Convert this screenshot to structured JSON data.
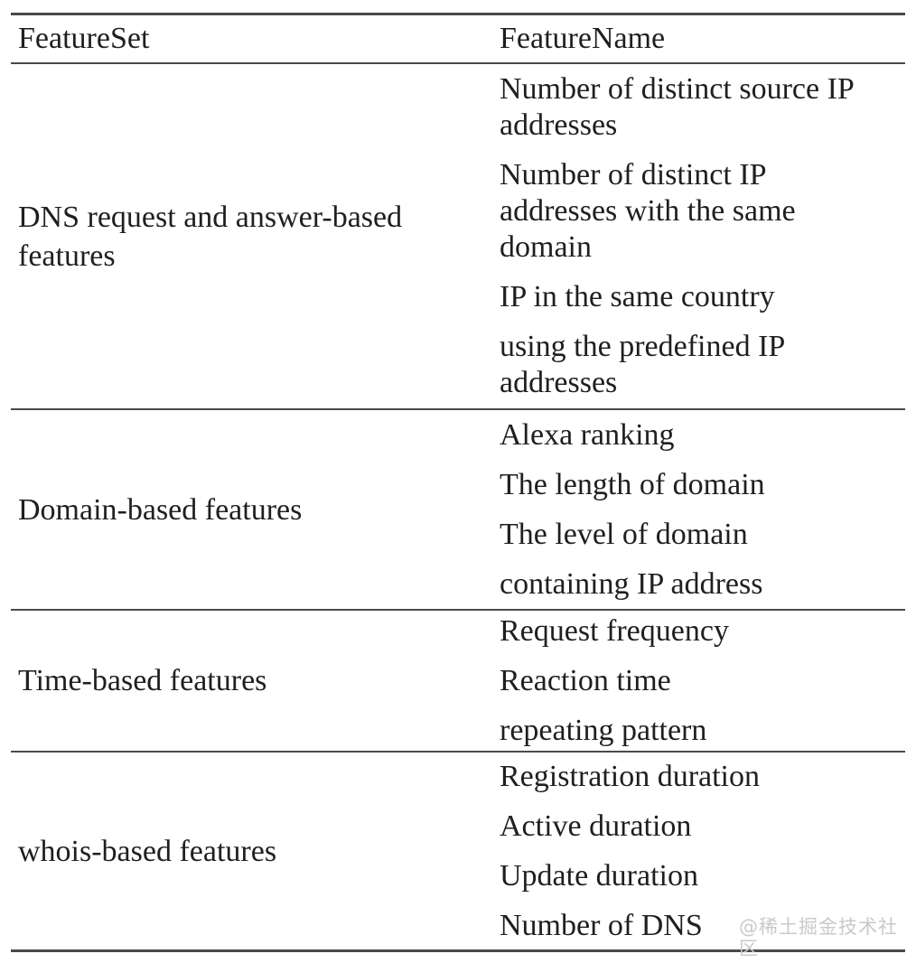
{
  "table": {
    "columns": [
      "FeatureSet",
      "FeatureName"
    ],
    "rows": [
      {
        "feature_set": "DNS request and answer-based\nfeatures",
        "features": [
          "Number of distinct source IP\naddresses",
          "Number of distinct IP\naddresses with the same\ndomain",
          "IP in the same country",
          "using the predefined IP\naddresses"
        ]
      },
      {
        "feature_set": "Domain-based features",
        "features": [
          "Alexa ranking",
          "The length of domain",
          "The level of domain",
          "containing IP address"
        ]
      },
      {
        "feature_set": "Time-based features",
        "features": [
          "Request frequency",
          "Reaction time",
          "repeating pattern"
        ]
      },
      {
        "feature_set": "whois-based features",
        "features": [
          "Registration duration",
          "Active duration",
          "Update duration",
          "Number of DNS"
        ]
      }
    ]
  },
  "watermark": "@稀土掘金技术社区",
  "colors": {
    "text": "#1f1f1f",
    "rule": "#4a4a4a",
    "watermark": "#c9c9c9",
    "background": "#ffffff"
  }
}
